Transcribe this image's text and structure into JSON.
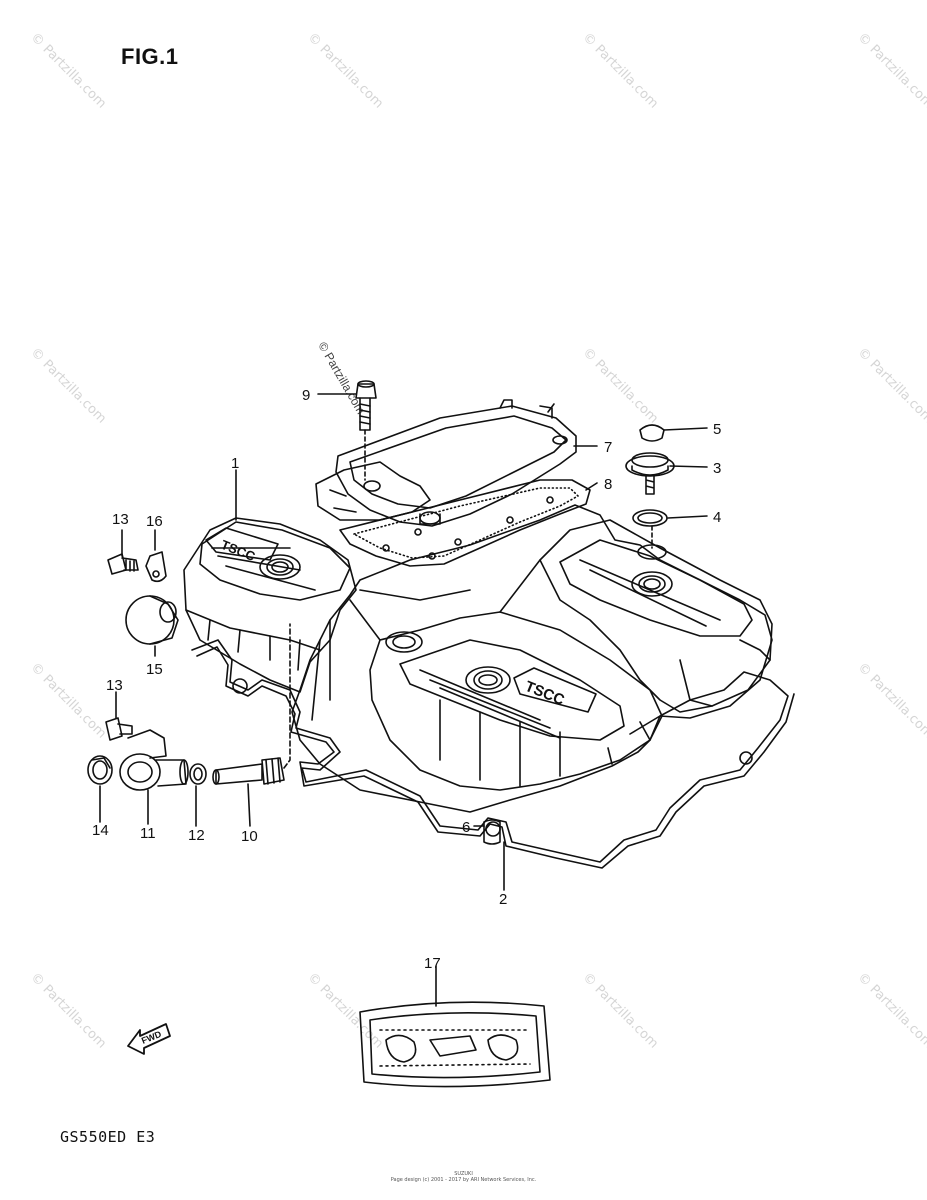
{
  "figure": {
    "title": "FIG.1",
    "model_code": "GS550ED  E3"
  },
  "watermark_text": "© Partzilla.com",
  "fwd_label": "FWD",
  "cover_badge_text": "TSCC",
  "callouts": [
    "1",
    "2",
    "3",
    "4",
    "5",
    "6",
    "7",
    "8",
    "9",
    "10",
    "11",
    "12",
    "13",
    "13",
    "14",
    "15",
    "16",
    "17"
  ],
  "footer": {
    "line1": "SUZUKI",
    "line2": "Page design (c) 2001 - 2017 by ARI Network Services, Inc."
  },
  "colors": {
    "ink": "#111111",
    "watermark": "#d5d5d5",
    "background": "#ffffff"
  }
}
